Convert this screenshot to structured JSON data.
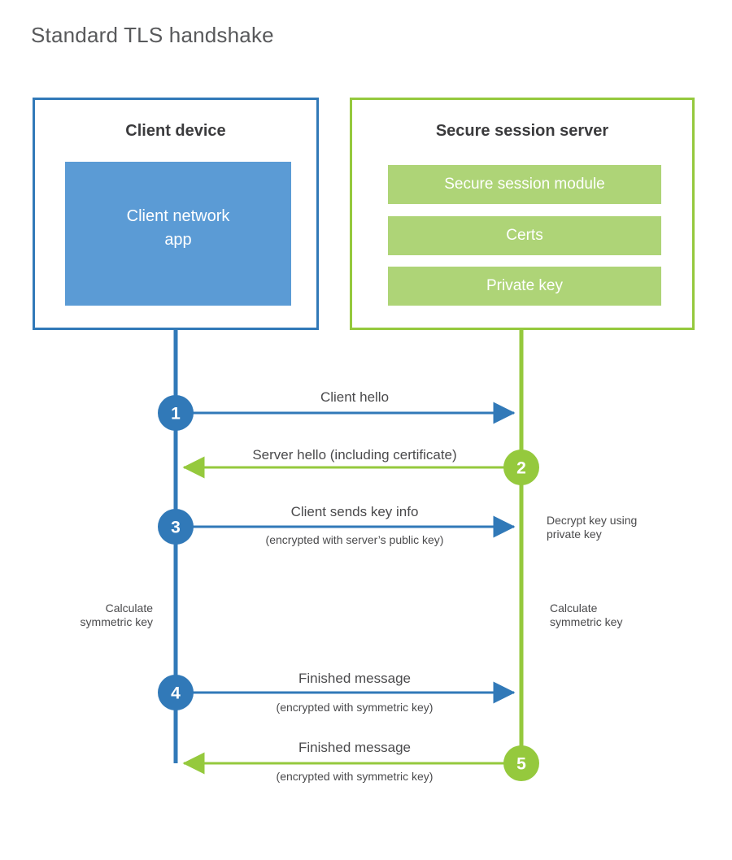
{
  "title": "Standard TLS handshake",
  "colors": {
    "client_blue": "#3179b8",
    "client_app_fill": "#5b9bd5",
    "server_green": "#95c93d",
    "server_bar_fill": "#aed477",
    "title_text": "#58595b",
    "body_text": "#4a4a4c",
    "panel_title_text": "#3b3b3d"
  },
  "panels": {
    "client": {
      "title": "Client device",
      "app_label": "Client network\napp"
    },
    "server": {
      "title": "Secure session server",
      "bars": [
        {
          "label": "Secure session module"
        },
        {
          "label": "Certs"
        },
        {
          "label": "Private key"
        }
      ]
    }
  },
  "sequence": {
    "steps": [
      {
        "number": "1",
        "direction": "client-to-server",
        "color": "#3179b8",
        "label": "Client hello",
        "sublabel": ""
      },
      {
        "number": "2",
        "direction": "server-to-client",
        "color": "#95c93d",
        "label": "Server hello (including certificate)",
        "sublabel": ""
      },
      {
        "number": "3",
        "direction": "client-to-server",
        "color": "#3179b8",
        "label": "Client sends key info",
        "sublabel": "(encrypted with server’s public key)"
      },
      {
        "number": "4",
        "direction": "client-to-server",
        "color": "#3179b8",
        "label": "Finished message",
        "sublabel": "(encrypted with symmetric key)"
      },
      {
        "number": "5",
        "direction": "server-to-client",
        "color": "#95c93d",
        "label": "Finished message",
        "sublabel": "(encrypted with symmetric key)"
      }
    ],
    "notes": [
      {
        "id": "decrypt-key",
        "side": "right",
        "text": "Decrypt key using\nprivate key"
      },
      {
        "id": "client-calculate-symmetric-key",
        "side": "left",
        "text": "Calculate\nsymmetric key"
      },
      {
        "id": "server-calculate-symmetric-key",
        "side": "right",
        "text": "Calculate\nsymmetric key"
      }
    ]
  }
}
